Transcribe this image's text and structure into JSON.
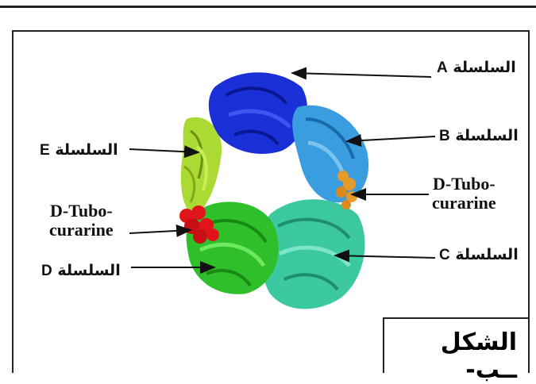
{
  "labels": {
    "chain_a": {
      "word": "السلسلة",
      "letter": "A"
    },
    "chain_b": {
      "word": "السلسلة",
      "letter": "B"
    },
    "chain_c": {
      "word": "السلسلة",
      "letter": "C"
    },
    "chain_d": {
      "word": "السلسلة",
      "letter": "D"
    },
    "chain_e": {
      "word": "السلسلة",
      "letter": "E"
    },
    "drug_right": {
      "line1": "D-Tubo-",
      "line2": "curarine"
    },
    "drug_left": {
      "line1": "D-Tubo-",
      "line2": "curarine"
    }
  },
  "caption": "الشكل ــب-",
  "colors": {
    "chain_a": "#1a2fd6",
    "chain_b": "#3a9de0",
    "chain_c": "#3cc9a0",
    "chain_d": "#2fbf2a",
    "chain_e": "#a8d82a",
    "ligand_right": "#e59a2a",
    "ligand_left": "#e0141a"
  },
  "icons": [
    "protein-ribbon-illustration",
    "arrow"
  ]
}
